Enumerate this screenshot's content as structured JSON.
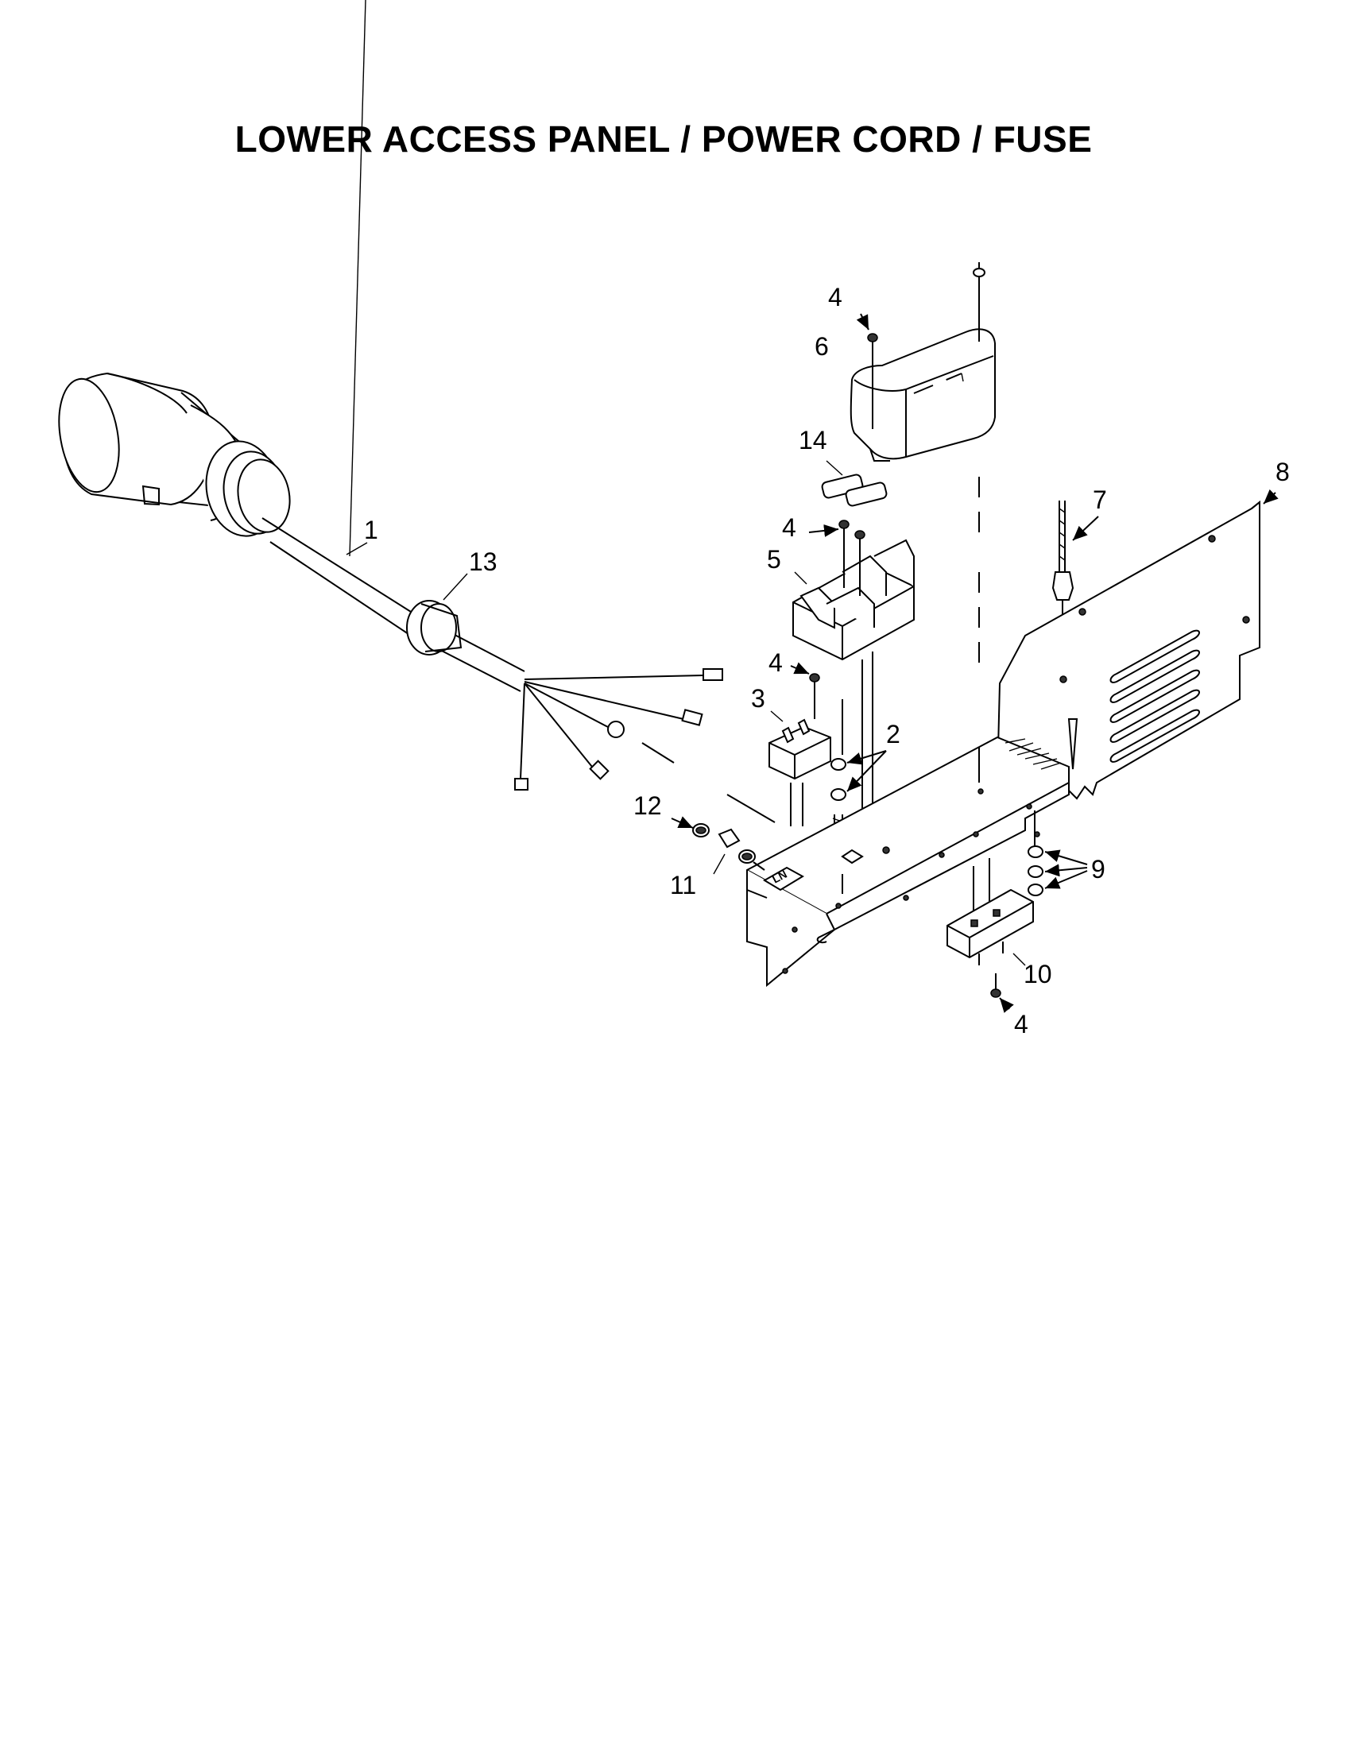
{
  "title": "LOWER ACCESS PANEL / POWER CORD / FUSE",
  "callouts": [
    "1",
    "2",
    "3",
    "4",
    "4",
    "4",
    "4",
    "5",
    "6",
    "7",
    "8",
    "9",
    "10",
    "11",
    "12",
    "13",
    "14"
  ],
  "markings": {
    "plate_text": "LN"
  }
}
